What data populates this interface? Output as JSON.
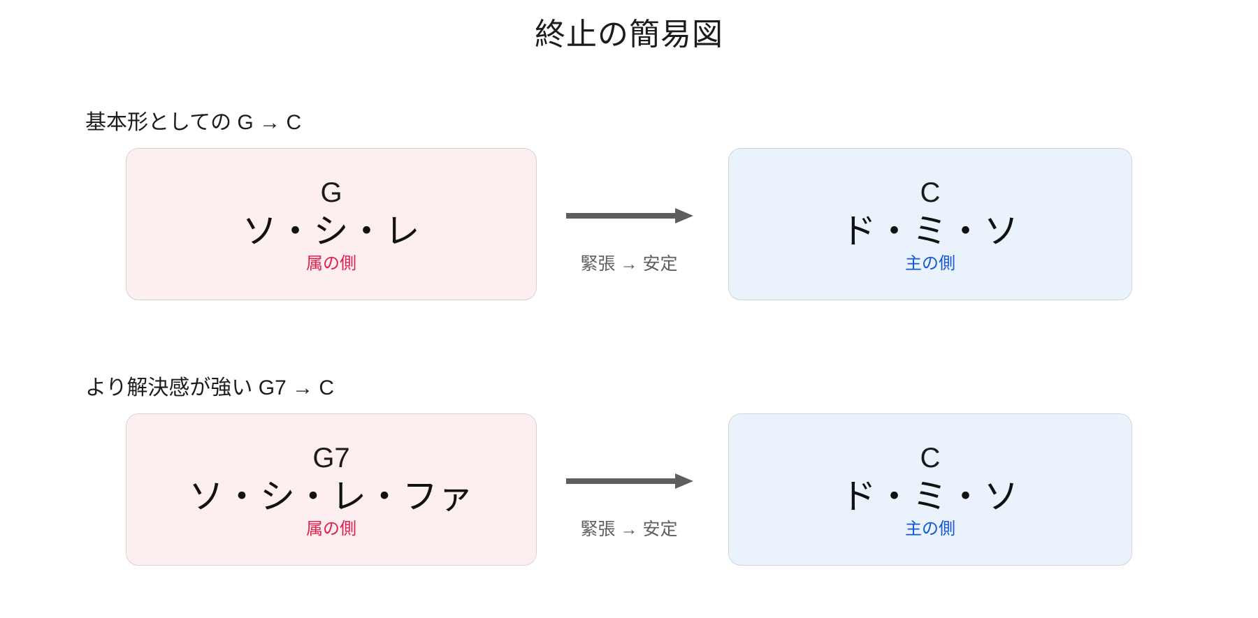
{
  "title": "終止の簡易図",
  "colors": {
    "background": "#ffffff",
    "text": "#1a1a1a",
    "dominant_card_bg": "#fdeeef",
    "tonic_card_bg": "#eaf2fc",
    "card_border": "#d2d4d9",
    "dominant_role": "#e0214c",
    "tonic_role": "#1558d6",
    "arrow": "#5e5e5e"
  },
  "sections": [
    {
      "label": "基本形としての G → C",
      "from": {
        "chord": "G",
        "notes": "ソ・シ・レ",
        "role": "属の側"
      },
      "arrow": {
        "label": "緊張 → 安定",
        "icon": "arrow-right-icon"
      },
      "to": {
        "chord": "C",
        "notes": "ド・ミ・ソ",
        "role": "主の側"
      }
    },
    {
      "label": "より解決感が強い G7 → C",
      "from": {
        "chord": "G7",
        "notes": "ソ・シ・レ・ファ",
        "role": "属の側"
      },
      "arrow": {
        "label": "緊張 → 安定",
        "icon": "arrow-right-icon"
      },
      "to": {
        "chord": "C",
        "notes": "ド・ミ・ソ",
        "role": "主の側"
      }
    }
  ]
}
